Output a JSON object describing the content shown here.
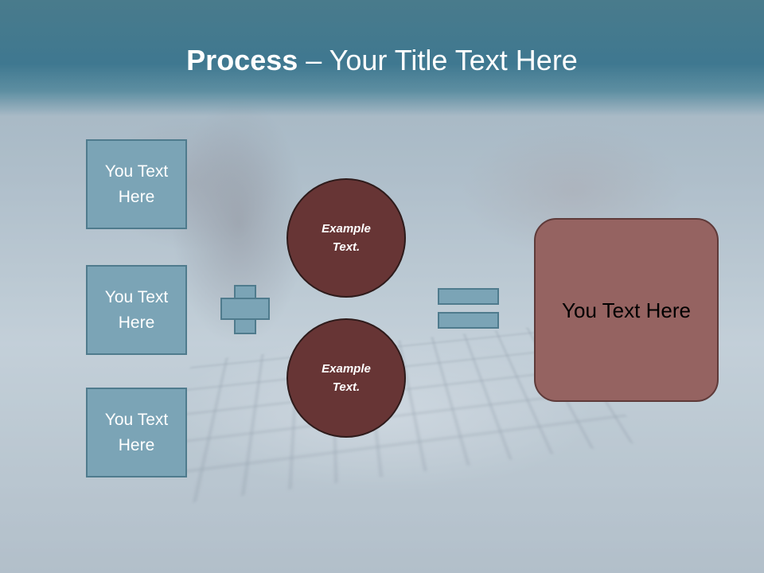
{
  "slide": {
    "title_bold": "Process",
    "title_rest": " – Your Title Text Here",
    "left_boxes": [
      {
        "label": "You Text Here"
      },
      {
        "label": "You Text Here"
      },
      {
        "label": "You Text Here"
      }
    ],
    "circles": [
      {
        "label": "Example Text."
      },
      {
        "label": "Example Text."
      }
    ],
    "result_box": {
      "label": "You Text Here"
    },
    "operators": {
      "plus": "plus-icon",
      "equals": "equals-icon"
    }
  },
  "colors": {
    "header": "#3f7890",
    "box_fill": "#7ba4b6",
    "box_border": "#4f7b8d",
    "circle_fill": "#673535",
    "result_fill": "#956361"
  }
}
